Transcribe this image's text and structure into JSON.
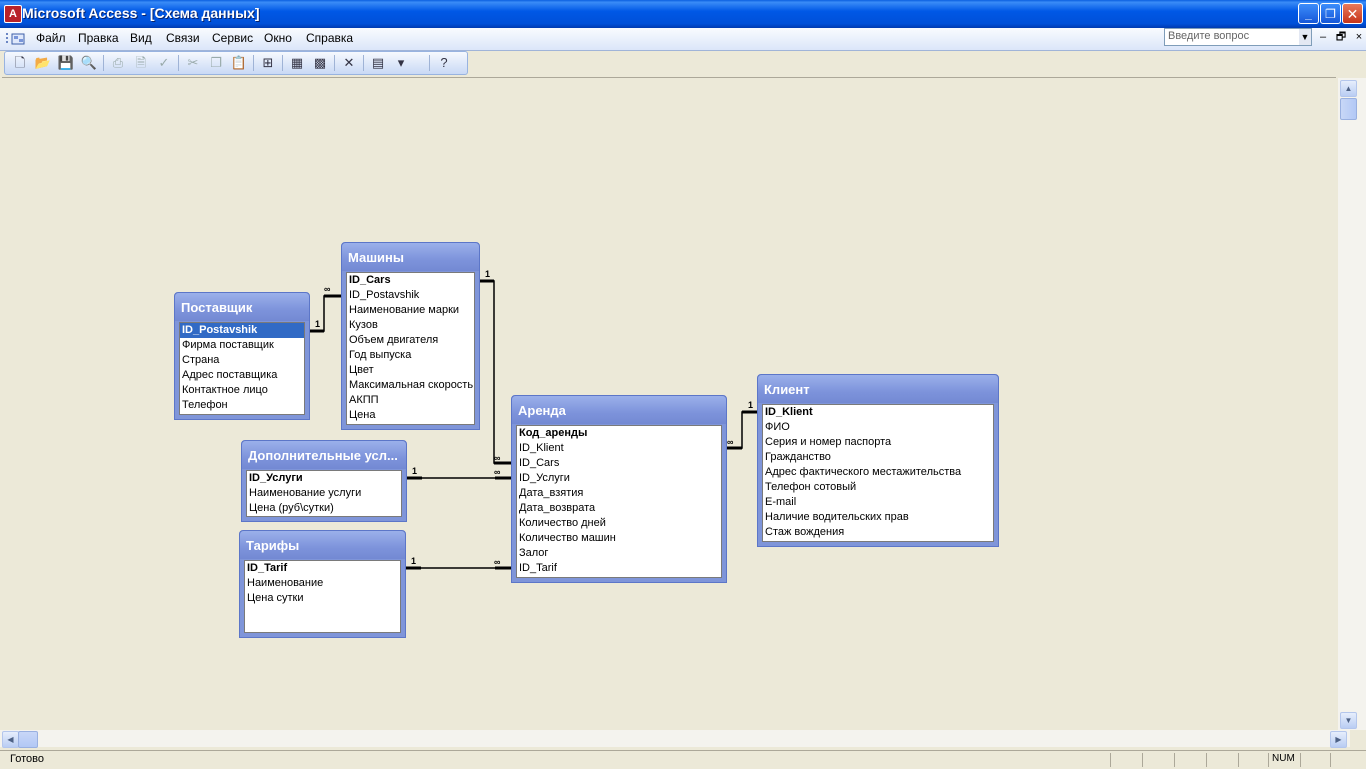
{
  "window": {
    "title": "Microsoft Access - [Схема данных]",
    "icon": "access-app-icon",
    "controls": {
      "minimize": "_",
      "restore": "❐",
      "close": "✕"
    }
  },
  "menu": {
    "items": [
      "Файл",
      "Правка",
      "Вид",
      "Связи",
      "Сервис",
      "Окно",
      "Справка"
    ],
    "ask_placeholder": "Введите вопрос",
    "mdi_controls": {
      "minimize": "–",
      "restore": "🗗",
      "close": "×"
    }
  },
  "toolbar": {
    "buttons": [
      "new-icon",
      "open-icon",
      "save-icon",
      "print-preview-icon",
      "print-icon",
      "preview-icon",
      "spelling-icon",
      "cut-icon",
      "copy-icon",
      "paste-icon",
      "show-table-icon",
      "show-direct-icon",
      "show-all-icon",
      "delete-icon",
      "new-object-icon",
      "help-icon"
    ]
  },
  "tables": [
    {
      "id": "postavshik",
      "title": "Поставщик",
      "fields": [
        "ID_Postavshik",
        "Фирма поставщик",
        "Страна",
        "Адрес поставщика",
        "Контактное лицо",
        "Телефон"
      ],
      "pk": "ID_Postavshik",
      "selected": "ID_Postavshik"
    },
    {
      "id": "mashiny",
      "title": "Машины",
      "fields": [
        "ID_Cars",
        "ID_Postavshik",
        "Наименование марки",
        "Кузов",
        "Объем двигателя",
        "Год выпуска",
        "Цвет",
        "Максимальная скорость (",
        "АКПП",
        "Цена"
      ],
      "pk": "ID_Cars"
    },
    {
      "id": "dop_uslugi",
      "title": "Дополнительные усл...",
      "fields": [
        "ID_Услуги",
        "Наименование услуги",
        "Цена (руб\\сутки)"
      ],
      "pk": "ID_Услуги"
    },
    {
      "id": "tarify",
      "title": "Тарифы",
      "fields": [
        "ID_Tarif",
        "Наименование",
        "Цена сутки"
      ],
      "pk": "ID_Tarif"
    },
    {
      "id": "arenda",
      "title": "Аренда",
      "fields": [
        "Код_аренды",
        "ID_Klient",
        "ID_Cars",
        "ID_Услуги",
        "Дата_взятия",
        "Дата_возврата",
        "Количество дней",
        "Количество машин",
        "Залог",
        "ID_Tarif"
      ],
      "pk": "Код_аренды"
    },
    {
      "id": "klient",
      "title": "Клиент",
      "fields": [
        "ID_Klient",
        "ФИО",
        "Серия и номер паспорта",
        "Гражданство",
        "Адрес фактического местажительства",
        "Телефон сотовый",
        "E-mail",
        "Наличие водительских прав",
        "Стаж вождения"
      ],
      "pk": "ID_Klient"
    }
  ],
  "relationships": [
    {
      "one": "Поставщик.ID_Postavshik",
      "many": "Машины.ID_Postavshik",
      "one_label": "1",
      "many_label": "∞"
    },
    {
      "one": "Машины.ID_Cars",
      "many": "Аренда.ID_Cars",
      "one_label": "1",
      "many_label": "∞"
    },
    {
      "one": "Дополнительные услуги.ID_Услуги",
      "many": "Аренда.ID_Услуги",
      "one_label": "1",
      "many_label": "∞"
    },
    {
      "one": "Тарифы.ID_Tarif",
      "many": "Аренда.ID_Tarif",
      "one_label": "1",
      "many_label": "∞"
    },
    {
      "one": "Клиент.ID_Klient",
      "many": "Аренда.ID_Klient",
      "one_label": "1",
      "many_label": "∞"
    }
  ],
  "status": {
    "text": "Готово",
    "num": "NUM"
  }
}
